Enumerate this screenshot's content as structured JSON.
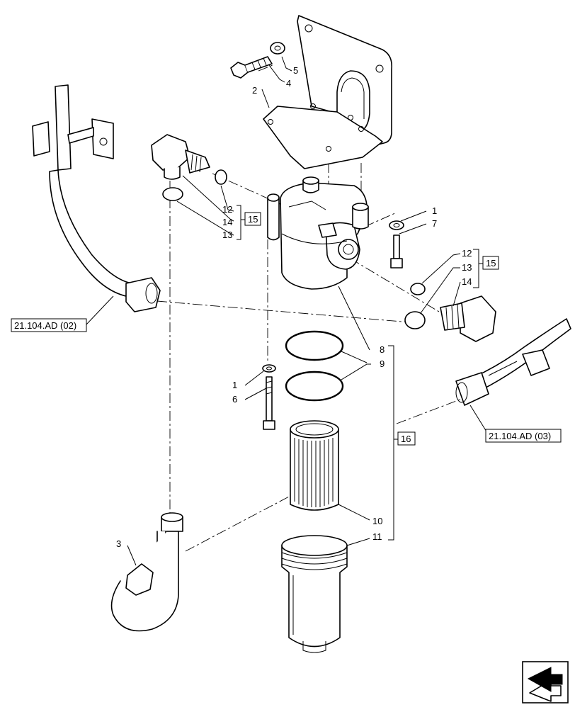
{
  "diagram": {
    "callouts": {
      "c1a": "1",
      "c1b": "1",
      "c2": "2",
      "c3": "3",
      "c4": "4",
      "c5": "5",
      "c6": "6",
      "c7": "7",
      "c8": "8",
      "c9": "9",
      "c10": "10",
      "c11": "11",
      "c12a": "12",
      "c12b": "12",
      "c13a": "13",
      "c13b": "13",
      "c14a": "14",
      "c14b": "14"
    },
    "boxed_refs": {
      "b15a": "15",
      "b15b": "15",
      "b16": "16"
    },
    "cross_refs": {
      "left": "21.104.AD (02)",
      "right": "21.104.AD (03)"
    },
    "nav": {
      "icon": "next-page-arrow-icon"
    }
  }
}
